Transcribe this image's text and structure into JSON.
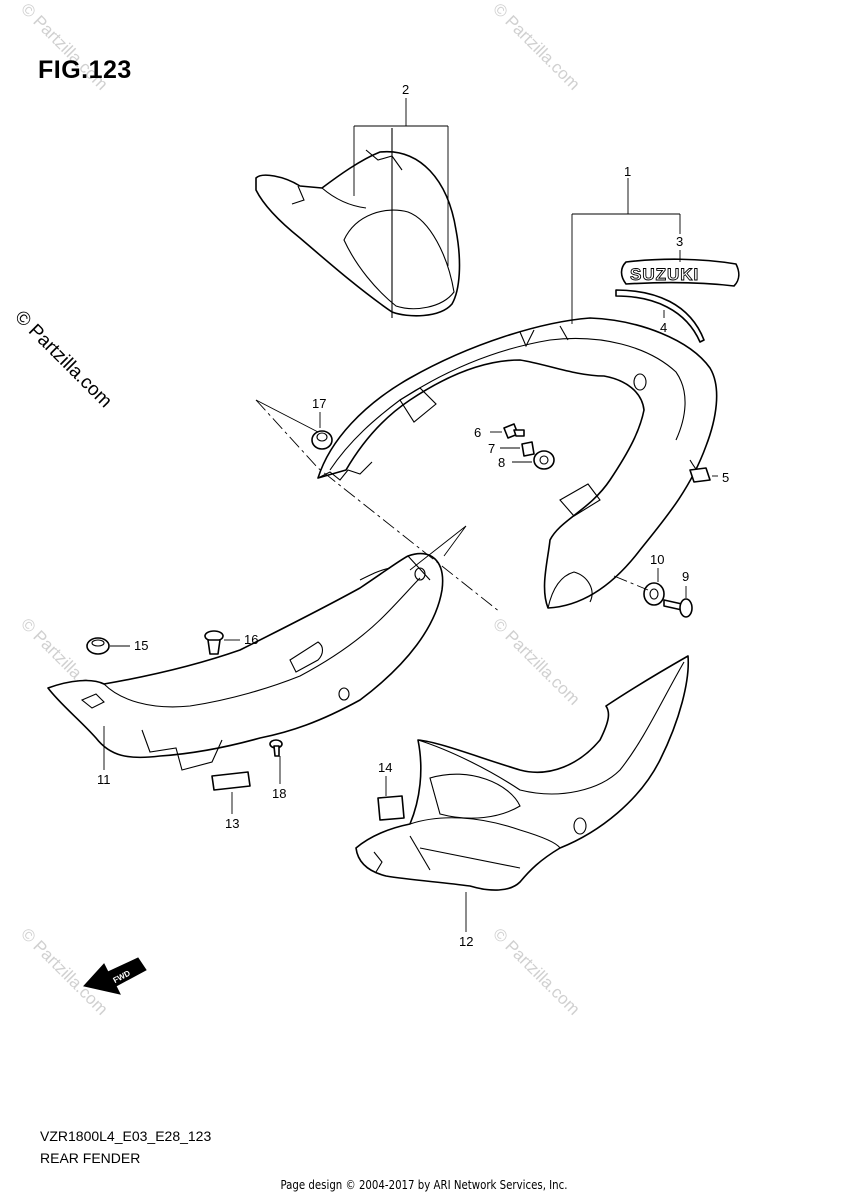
{
  "figure": {
    "title": "FIG.123",
    "model_code": "VZR1800L4_E03_E28_123",
    "section_name": "REAR FENDER"
  },
  "decal_text": "SUZUKI",
  "callouts": [
    {
      "id": "1",
      "label": "1"
    },
    {
      "id": "2",
      "label": "2"
    },
    {
      "id": "3",
      "label": "3"
    },
    {
      "id": "4",
      "label": "4"
    },
    {
      "id": "5",
      "label": "5"
    },
    {
      "id": "6",
      "label": "6"
    },
    {
      "id": "7",
      "label": "7"
    },
    {
      "id": "8",
      "label": "8"
    },
    {
      "id": "9",
      "label": "9"
    },
    {
      "id": "10",
      "label": "10"
    },
    {
      "id": "11",
      "label": "11"
    },
    {
      "id": "12",
      "label": "12"
    },
    {
      "id": "13",
      "label": "13"
    },
    {
      "id": "14",
      "label": "14"
    },
    {
      "id": "15",
      "label": "15"
    },
    {
      "id": "16",
      "label": "16"
    },
    {
      "id": "17",
      "label": "17"
    },
    {
      "id": "18",
      "label": "18"
    }
  ],
  "fwd_arrow_label": "FWD",
  "watermark": "© Partzilla.com",
  "side_watermark": "© Partzilla.com",
  "page_credit": "Page design © 2004-2017 by ARI Network Services, Inc."
}
